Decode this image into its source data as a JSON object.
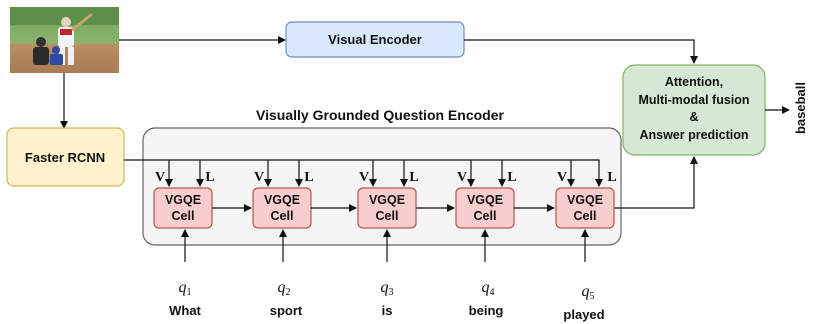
{
  "encoder": {
    "label": "Visual Encoder"
  },
  "faster_rcnn": {
    "label": "Faster RCNN"
  },
  "vgqe_group": {
    "title": "Visually Grounded Question Encoder"
  },
  "attention": {
    "line1": "Attention,",
    "line2": "Multi-modal fusion",
    "line3": "&",
    "line4": "Answer prediction"
  },
  "answer": {
    "label": "baseball"
  },
  "cell": {
    "line1": "VGQE",
    "line2": "Cell"
  },
  "inputs": {
    "v": "V",
    "l": "L"
  },
  "words": [
    "What",
    "sport",
    "is",
    "being",
    "played"
  ],
  "questions": [
    {
      "q": "q",
      "sub": "1"
    },
    {
      "q": "q",
      "sub": "2"
    },
    {
      "q": "q",
      "sub": "3"
    },
    {
      "q": "q",
      "sub": "4"
    },
    {
      "q": "q",
      "sub": "5"
    }
  ],
  "colors": {
    "encoder_fill": "#dae8fc",
    "encoder_stroke": "#6c8ebf",
    "rcnn_fill": "#fff2cc",
    "rcnn_stroke": "#d6b656",
    "attention_fill": "#d5e8d4",
    "attention_stroke": "#82b366",
    "cell_fill": "#f8cecc",
    "cell_stroke": "#b85450",
    "group_fill": "#f5f5f5",
    "group_stroke": "#666666"
  }
}
